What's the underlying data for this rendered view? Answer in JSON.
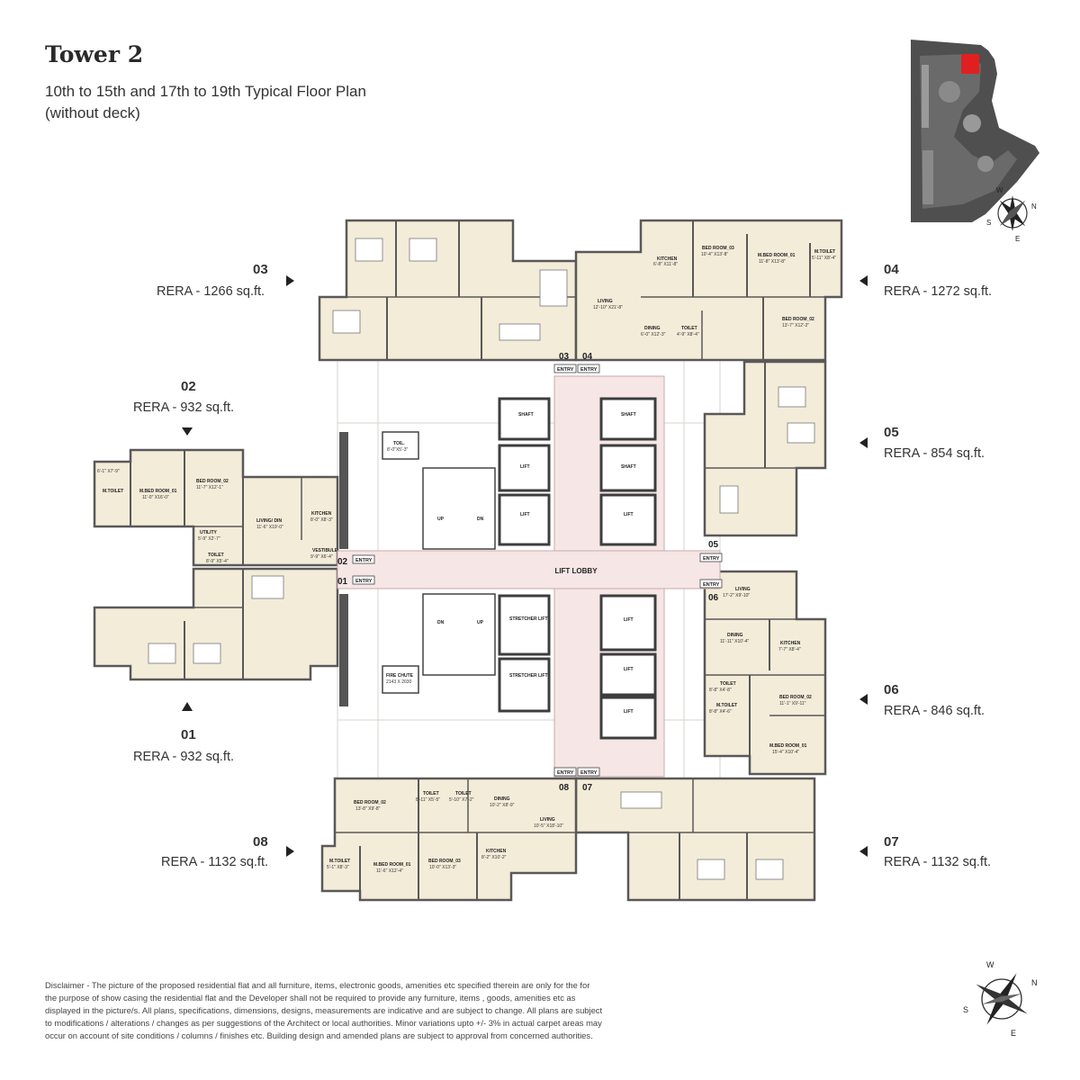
{
  "header": {
    "title": "Tower 2",
    "subtitle_line1": "10th to 15th and 17th to 19th Typical Floor Plan",
    "subtitle_line2": "(without deck)"
  },
  "units": [
    {
      "id": "01",
      "rera": "RERA - 932 sq.ft."
    },
    {
      "id": "02",
      "rera": "RERA - 932 sq.ft."
    },
    {
      "id": "03",
      "rera": "RERA - 1266 sq.ft."
    },
    {
      "id": "04",
      "rera": "RERA - 1272 sq.ft."
    },
    {
      "id": "05",
      "rera": "RERA - 854 sq.ft."
    },
    {
      "id": "06",
      "rera": "RERA - 846 sq.ft."
    },
    {
      "id": "07",
      "rera": "RERA - 1132 sq.ft."
    },
    {
      "id": "08",
      "rera": "RERA - 1132 sq.ft."
    }
  ],
  "core": {
    "lift_lobby": "LIFT LOBBY",
    "entry": "ENTRY",
    "up": "UP",
    "dn": "DN",
    "toil": "TOIL.",
    "toil_dim": "8'-0\"X5'-3\"",
    "shaft": "SHAFT",
    "lift": "LIFT",
    "stretcher_lift": "STRETCHER LIFT",
    "fire_chute": "FIRE CHUTE",
    "fire_chute_dim": "2143 X 2030"
  },
  "rooms": {
    "u04_kitchen": "KITCHEN",
    "u04_kitchen_dim": "6'-8\" X11'-8\"",
    "u04_bed3": "BED ROOM_03",
    "u04_bed3_dim": "10'-4\" X13'-8\"",
    "u04_mbed": "M.BED ROOM_01",
    "u04_mbed_dim": "11'-8\" X13'-8\"",
    "u04_mtoilet": "M.TOILET",
    "u04_mtoilet_dim": "5'-11\" X8'-4\"",
    "u04_living": "LIVING",
    "u04_living_dim": "12'-10\" X21'-8\"",
    "u04_dining": "DINING",
    "u04_dining_dim": "6'-0\" X12'-3\"",
    "u04_toilet": "TOILET",
    "u04_toilet_dim": "4'-9\" X8'-4\"",
    "u04_bed2": "BED ROOM_02",
    "u04_bed2_dim": "13'-7\" X12'-2\"",
    "u02_mtoilet": "M.TOILET",
    "u02_mtoilet_dim": "6'-1\" X7'-9\"",
    "u02_mbed": "M.BED ROOM_01",
    "u02_mbed_dim": "11'-0\" X16'-0\"",
    "u02_bed2": "BED ROOM_02",
    "u02_bed2_dim": "11'-7\" X12'-1\"",
    "u02_living": "LIVING/ DIN",
    "u02_living_dim": "11'-6\" X19'-0\"",
    "u02_kitchen": "KITCHEN",
    "u02_kitchen_dim": "8'-0\" X8'-3\"",
    "u02_utility": "UTILITY",
    "u02_utility_dim": "5'-9\" X2'-7\"",
    "u02_toilet": "TOILET",
    "u02_toilet_dim": "8'-9\" X5'-4\"",
    "u02_vestibule": "VESTIBULE",
    "u02_vestibule_dim": "9'-9\" X6'-4\"",
    "u06_living": "LIVING",
    "u06_living_dim": "17'-2\" X9'-10\"",
    "u06_dining": "DINING",
    "u06_dining_dim": "11'-11\" X10'-4\"",
    "u06_kitchen": "KITCHEN",
    "u06_kitchen_dim": "7'-7\" X8'-4\"",
    "u06_toilet": "TOILET",
    "u06_toilet_dim": "8'-8\" X4'-8\"",
    "u06_mtoilet": "M.TOILET",
    "u06_mtoilet_dim": "8'-8\" X4'-6\"",
    "u06_bed2": "BED ROOM_02",
    "u06_bed2_dim": "11'-1\" X9'-11\"",
    "u06_mbed": "M.BED ROOM_01",
    "u06_mbed_dim": "15'-4\" X10'-4\"",
    "u08_bed2": "BED ROOM_02",
    "u08_bed2_dim": "13'-8\" X9'-8\"",
    "u08_toilet1": "TOILET",
    "u08_toilet1_dim": "8'-11\" X5'-5\"",
    "u08_toilet2": "TOILET",
    "u08_toilet2_dim": "5'-10\" X7'-2\"",
    "u08_dining": "DINING",
    "u08_dining_dim": "10'-2\" X8'-9\"",
    "u08_living": "LIVING",
    "u08_living_dim": "10'-5\" X18'-10\"",
    "u08_mtoilet": "M.TOILET",
    "u08_mtoilet_dim": "5'-1\" X8'-3\"",
    "u08_mbed": "M.BED ROOM_01",
    "u08_mbed_dim": "11'-6\" X12'-4\"",
    "u08_bed3": "BED ROOM_03",
    "u08_bed3_dim": "10'-0\" X13'-3\"",
    "u08_kitchen": "KITCHEN",
    "u08_kitchen_dim": "8'-2\" X10'-2\""
  },
  "compass": {
    "n": "N",
    "s": "S",
    "e": "E",
    "w": "W"
  },
  "disclaimer": "Disclaimer - The picture of the proposed residential flat and all furniture, items, electronic goods, amenities etc specified therein are only for the for the purpose of show casing the residential flat and the Developer shall not be required to provide any furniture, items , goods, amenities etc as displayed in the picture/s. All plans, specifications, dimensions, designs, measurements are indicative and are subject to change. All plans are subject to modifications / alterations / changes as per suggestions of the Architect or local authorities. Minor variations upto +/- 3% in actual carpet areas may occur on account of site conditions / columns / finishes etc. Building design and amended plans are subject to approval from concerned authorities.",
  "colors": {
    "unit_fill": "#f3ecd9",
    "wall": "#5a5858",
    "lobby": "#f6e6e6",
    "core_wall": "#3d3d3d"
  }
}
